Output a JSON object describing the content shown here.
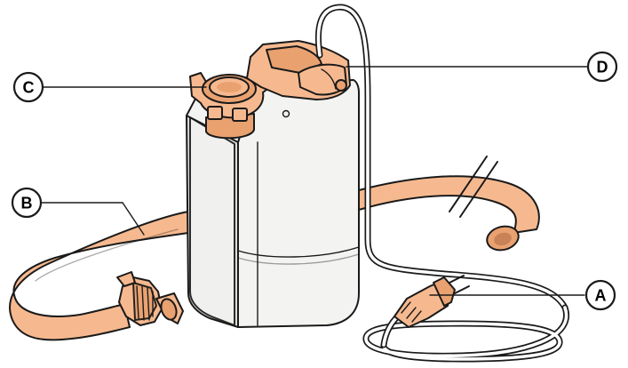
{
  "colors": {
    "accent": "#f6b98f",
    "accent_dark": "#e9a170",
    "body": "#f3f3f1",
    "body_shadow": "#dcdcd8",
    "outline": "#1a1a1a",
    "background": "#ffffff"
  },
  "callouts": {
    "a": "A",
    "b": "B",
    "c": "C",
    "d": "D"
  }
}
